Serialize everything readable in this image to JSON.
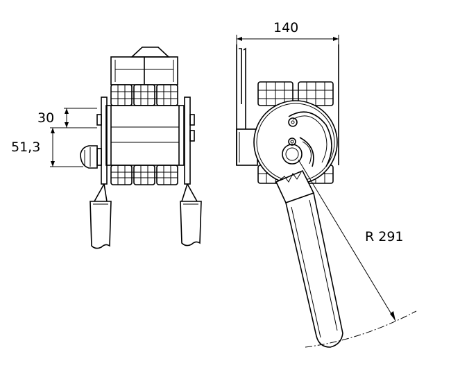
{
  "dimensions": {
    "width_top": "140",
    "height_small": "30",
    "height_large": "51,3",
    "radius": "R 291"
  }
}
